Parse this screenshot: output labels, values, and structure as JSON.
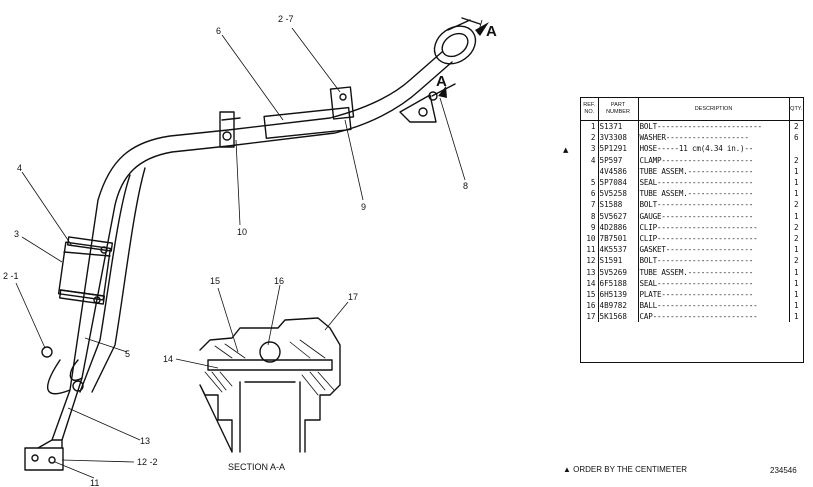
{
  "callouts": {
    "c2_7": "2 -7",
    "c6": "6",
    "c4": "4",
    "c3": "3",
    "c2_1": "2 -1",
    "c5": "5",
    "c13": "13",
    "c12_2": "12 -2",
    "c11": "11",
    "c10": "10",
    "c9": "9",
    "c8": "8",
    "c15": "15",
    "c16": "16",
    "c17": "17",
    "c14": "14"
  },
  "section_marks": {
    "a_top": "A",
    "a_mid": "A"
  },
  "section_caption": "SECTION A-A",
  "table": {
    "headers": {
      "ref": "REF. NO.",
      "part": "PART NUMBER",
      "desc": "DESCRIPTION",
      "qty": "QTY."
    },
    "rows": [
      {
        "ref": "1",
        "part": "S1371",
        "desc": "BOLT------------------------",
        "qty": "2"
      },
      {
        "ref": "2",
        "part": "3V3308",
        "desc": "WASHER-------------------",
        "qty": "6"
      },
      {
        "ref": "3",
        "part": "5P1291",
        "desc": "HOSE-----11 cm(4.34 in.)--",
        "qty": ""
      },
      {
        "ref": "4",
        "part": "5P597",
        "desc": "CLAMP---------------------",
        "qty": "2"
      },
      {
        "ref": "",
        "part": "4V4586",
        "desc": "TUBE ASSEM.---------------",
        "qty": "1"
      },
      {
        "ref": "5",
        "part": "5P7084",
        "desc": "SEAL----------------------",
        "qty": "1"
      },
      {
        "ref": "6",
        "part": "5V5258",
        "desc": "TUBE ASSEM.---------------",
        "qty": "1"
      },
      {
        "ref": "7",
        "part": "S1588",
        "desc": "BOLT----------------------",
        "qty": "2"
      },
      {
        "ref": "8",
        "part": "5V5627",
        "desc": "GAUGE---------------------",
        "qty": "1"
      },
      {
        "ref": "9",
        "part": "4D2886",
        "desc": "CLIP-----------------------",
        "qty": "2"
      },
      {
        "ref": "10",
        "part": "7B7501",
        "desc": "CLIP-----------------------",
        "qty": "2"
      },
      {
        "ref": "11",
        "part": "4K5537",
        "desc": "GASKET--------------------",
        "qty": "1"
      },
      {
        "ref": "12",
        "part": "S1591",
        "desc": "BOLT----------------------",
        "qty": "2"
      },
      {
        "ref": "13",
        "part": "5V5269",
        "desc": "TUBE ASSEM.---------------",
        "qty": "1"
      },
      {
        "ref": "14",
        "part": "6F5188",
        "desc": "SEAL----------------------",
        "qty": "1"
      },
      {
        "ref": "15",
        "part": "6H5139",
        "desc": "PLATE---------------------",
        "qty": "1"
      },
      {
        "ref": "16",
        "part": "4B9782",
        "desc": "BALL-----------------------",
        "qty": "1"
      },
      {
        "ref": "17",
        "part": "5K1568",
        "desc": "CAP------------------------",
        "qty": "1"
      }
    ]
  },
  "flag_symbol": "▲",
  "footer_note": "▲ ORDER BY THE CENTIMETER",
  "doc_number": "234546"
}
